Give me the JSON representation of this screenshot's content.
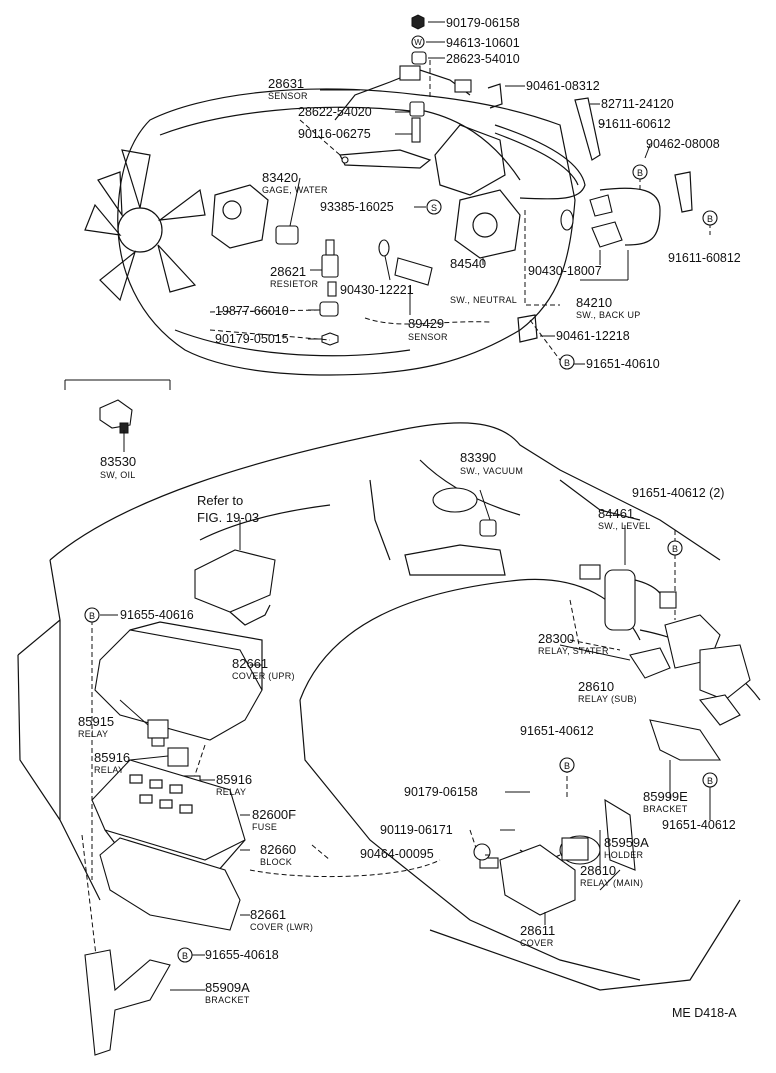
{
  "top_parts": {
    "nut_90179_06158": "90179-06158",
    "washer_94613_10601": "94613-10601",
    "part_28623_54010": "28623-54010",
    "sensor_28631": "28631",
    "sensor_label": "SENSOR",
    "clamp_90461_08312": "90461-08312",
    "part_82711_24120": "82711-24120",
    "part_28622_54020": "28622-54020",
    "bolt_91611_60612": "91611-60612",
    "bolt_90116_06275": "90116-06275",
    "clamp_90462_08008": "90462-08008",
    "gage_83420": "83420",
    "gage_label": "GAGE, WATER",
    "part_93385_16025": "93385-16025",
    "bolt_91611_60812": "91611-60812",
    "resistor_28621": "28621",
    "resistor_label": "RESIETOR",
    "gasket_90430_12221": "90430-12221",
    "sw_84540": "84540",
    "sw_neutral_label": "SW., NEUTRAL",
    "gasket_90430_18007": "90430-18007",
    "sw_84210": "84210",
    "sw_backup_label": "SW., BACK UP",
    "part_19877_66010": "19877-66010",
    "sensor_89429": "89429",
    "sensor_89429_label": "SENSOR",
    "clamp_90461_12218": "90461-12218",
    "nut_90179_05015": "90179-05015",
    "bolt_91651_40610": "91651-40610",
    "sw_oil_83530": "83530",
    "sw_oil_label": "SW, OIL"
  },
  "bottom_parts": {
    "sw_vacuum_83390": "83390",
    "sw_vacuum_label": "SW., VACUUM",
    "refer_line1": "Refer to",
    "refer_line2": "FIG. 19-03",
    "bolt_91651_40612_2": "91651-40612 (2)",
    "sw_level_84461": "84461",
    "sw_level_label": "SW., LEVEL",
    "bolt_91655_40616": "91655-40616",
    "relay_stater_28300": "28300",
    "relay_stater_label": "RELAY, STATER",
    "cover_upr_82661": "82661",
    "cover_upr_label": "COVER (UPR)",
    "relay_sub_28610": "28610",
    "relay_sub_label": "RELAY (SUB)",
    "relay_85915": "85915",
    "relay_85915_label": "RELAY",
    "bolt_91651_40612_a": "91651-40612",
    "relay_85916_a": "85916",
    "relay_85916_a_label": "RELAY",
    "relay_85916_b": "85916",
    "relay_85916_b_label": "RELAY",
    "nut_90179_06158": "90179-06158",
    "bracket_85999e": "85999E",
    "bracket_85999e_label": "BRACKET",
    "fuse_82600f": "82600F",
    "fuse_label": "FUSE",
    "bolt_90119_06171": "90119-06171",
    "bolt_91651_40612_b": "91651-40612",
    "block_82660": "82660",
    "block_label": "BLOCK",
    "clamp_90464_00095": "90464-00095",
    "holder_85959a": "85959A",
    "holder_label": "HOLDER",
    "relay_main_28610": "28610",
    "relay_main_label": "RELAY (MAIN)",
    "cover_lwr_82661": "82661",
    "cover_lwr_label": "COVER (LWR)",
    "cover_28611": "28611",
    "cover_28611_label": "COVER",
    "bolt_91655_40618": "91655-40618",
    "bracket_85909a": "85909A",
    "bracket_85909a_label": "BRACKET"
  },
  "footer": {
    "figure_id": "ME  D418-A"
  },
  "markers": {
    "bolt": "B",
    "washer": "W",
    "screw": "S"
  }
}
